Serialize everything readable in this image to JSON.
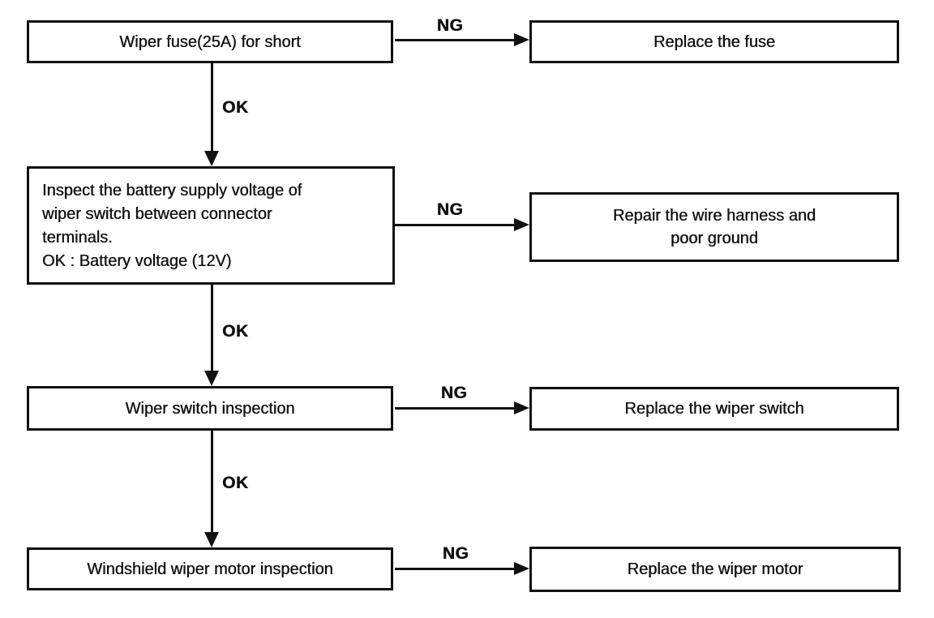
{
  "page": {
    "background": "#ffffff",
    "ink": "#111111"
  },
  "flowchart": {
    "type": "troubleshooting-flowchart",
    "rows": [
      {
        "step": {
          "text": "Wiper fuse(25A) for short"
        },
        "ng_label": "NG",
        "result": {
          "text": "Replace the fuse"
        }
      },
      {
        "step": {
          "text": "Inspect the battery supply voltage of\nwiper switch between connector\nterminals.\nOK : Battery voltage (12V)"
        },
        "ng_label": "NG",
        "result": {
          "text": "Repair the wire harness and\npoor ground"
        }
      },
      {
        "step": {
          "text": "Wiper switch inspection"
        },
        "ng_label": "NG",
        "result": {
          "text": "Replace the wiper switch"
        }
      },
      {
        "step": {
          "text": "Windshield wiper motor inspection"
        },
        "ng_label": "NG",
        "result": {
          "text": "Replace the wiper motor"
        }
      }
    ],
    "ok_labels": [
      "OK",
      "OK",
      "OK"
    ]
  }
}
